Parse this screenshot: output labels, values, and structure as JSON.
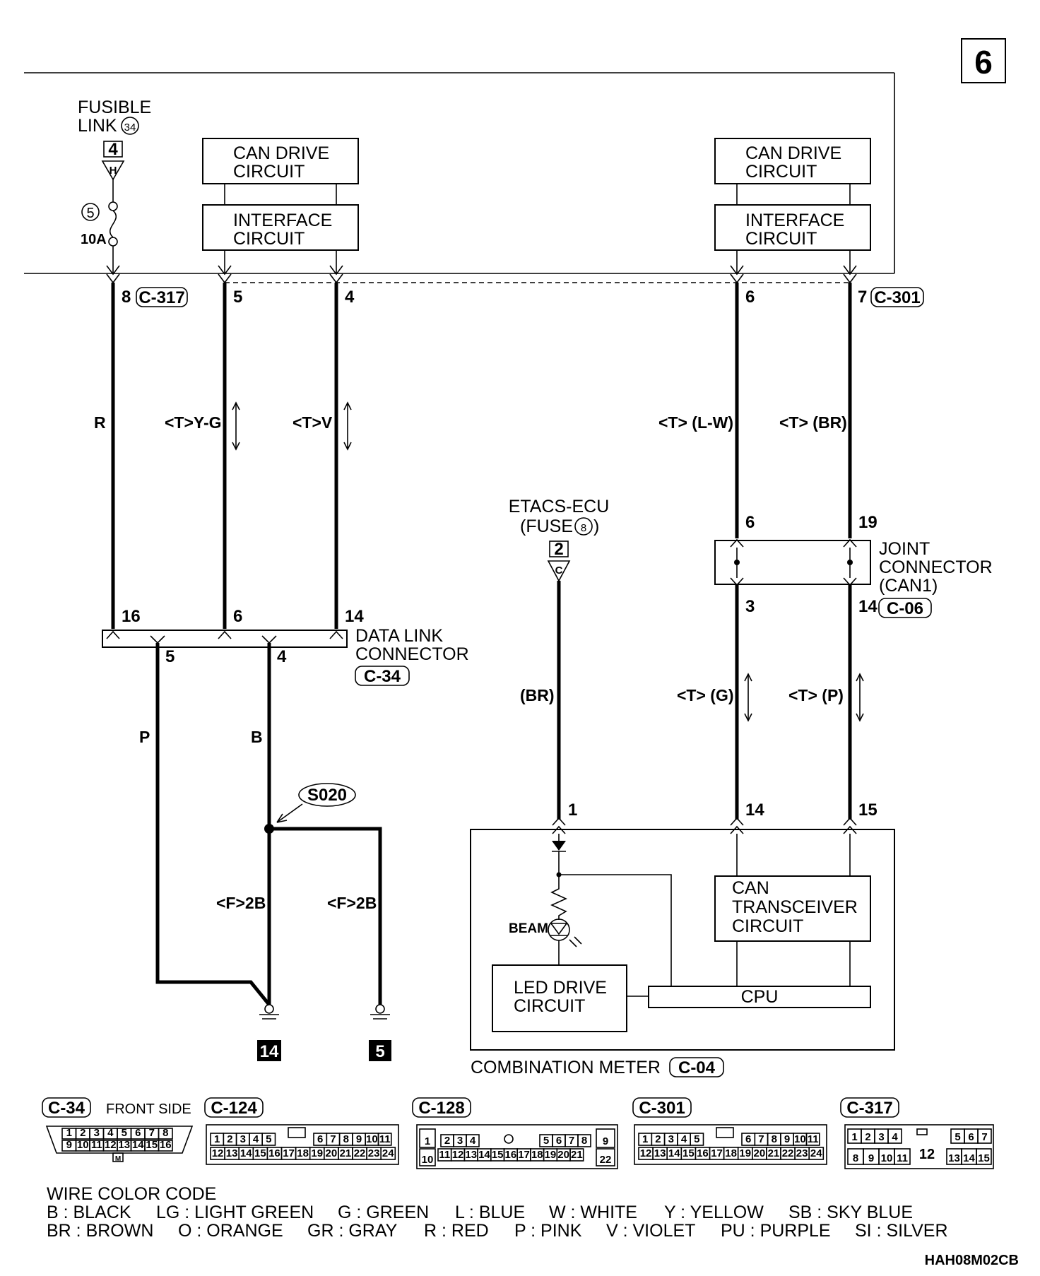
{
  "page_number": "6",
  "fusible_link": {
    "title_line1": "FUSIBLE",
    "title_line2": "LINK",
    "link_no": "34",
    "connector_pin": "4",
    "connector_letter": "H",
    "fuse_no": "5",
    "fuse_rating": "10A"
  },
  "module_blocks": [
    {
      "can_drive_line1": "CAN DRIVE",
      "can_drive_line2": "CIRCUIT",
      "interface_line1": "INTERFACE",
      "interface_line2": "CIRCUIT"
    },
    {
      "can_drive_line1": "CAN DRIVE",
      "can_drive_line2": "CIRCUIT",
      "interface_line1": "INTERFACE",
      "interface_line2": "CIRCUIT"
    }
  ],
  "upper_pins": {
    "p8": "8",
    "p5": "5",
    "p4": "4",
    "p6": "6",
    "p7": "7",
    "conn_left": "C-317",
    "conn_right": "C-301"
  },
  "wire_colors": {
    "r": "R",
    "yg": "<T>Y-G",
    "v": "<T>V",
    "lw": "<T> (L-W)",
    "br_top": "<T> (BR)",
    "p": "P",
    "b": "B",
    "br": "(BR)",
    "g": "<T> (G)",
    "pk": "<T> (P)",
    "f2b_left": "<F>2B",
    "f2b_right": "<F>2B"
  },
  "etacs": {
    "line1": "ETACS-ECU",
    "line2_prefix": "(FUSE",
    "fuse_no": "8",
    "line2_suffix": ")",
    "connector_pin": "2",
    "connector_letter": "C"
  },
  "joint_connector": {
    "line1": "JOINT",
    "line2": "CONNECTOR",
    "line3": "(CAN1)",
    "connector": "C-06",
    "pin_top_left": "6",
    "pin_top_right": "19",
    "pin_bottom_left": "3",
    "pin_bottom_right": "14"
  },
  "data_link": {
    "line1": "DATA LINK",
    "line2": "CONNECTOR",
    "connector": "C-34",
    "pin16": "16",
    "pin6": "6",
    "pin14": "14",
    "pin5": "5",
    "pin4": "4"
  },
  "splice": {
    "label": "S020"
  },
  "grounds": {
    "g14": "14",
    "g5": "5"
  },
  "meter": {
    "pin1": "1",
    "pin14": "14",
    "pin15": "15",
    "beam": "BEAM",
    "led_line1": "LED DRIVE",
    "led_line2": "CIRCUIT",
    "cpu": "CPU",
    "can_line1": "CAN",
    "can_line2": "TRANSCEIVER",
    "can_line3": "CIRCUIT",
    "title": "COMBINATION METER",
    "connector": "C-04"
  },
  "connector_faces": {
    "c34": {
      "label": "C-34",
      "note": "FRONT SIDE",
      "row1": [
        "1",
        "2",
        "3",
        "4",
        "5",
        "6",
        "7",
        "8"
      ],
      "row2": [
        "9",
        "10",
        "11",
        "12",
        "13",
        "14",
        "15",
        "16"
      ],
      "key": "M"
    },
    "c124": {
      "label": "C-124",
      "row1": [
        "1",
        "2",
        "3",
        "4",
        "5",
        "",
        "6",
        "7",
        "8",
        "9",
        "10",
        "11"
      ],
      "row2": [
        "12",
        "13",
        "14",
        "15",
        "16",
        "17",
        "18",
        "19",
        "20",
        "21",
        "22",
        "23",
        "24"
      ]
    },
    "c128": {
      "label": "C-128",
      "row1": [
        "1",
        "2",
        "3",
        "4",
        "",
        "5",
        "6",
        "7",
        "8",
        "9"
      ],
      "row2": [
        "10",
        "11",
        "12",
        "13",
        "14",
        "15",
        "16",
        "17",
        "18",
        "19",
        "20",
        "21",
        "22"
      ]
    },
    "c301": {
      "label": "C-301",
      "row1": [
        "1",
        "2",
        "3",
        "4",
        "5",
        "",
        "6",
        "7",
        "8",
        "9",
        "10",
        "11"
      ],
      "row2": [
        "12",
        "13",
        "14",
        "15",
        "16",
        "17",
        "18",
        "19",
        "20",
        "21",
        "22",
        "23",
        "24"
      ]
    },
    "c317": {
      "label": "C-317",
      "row1": [
        "1",
        "2",
        "3",
        "4",
        "",
        "5",
        "6",
        "7"
      ],
      "row2": [
        "8",
        "9",
        "10",
        "11",
        "12",
        "13",
        "14",
        "15"
      ]
    }
  },
  "legend": {
    "title": "WIRE COLOR CODE",
    "row1": [
      "B : BLACK",
      "LG : LIGHT GREEN",
      "G : GREEN",
      "L : BLUE",
      "W : WHITE",
      "Y : YELLOW",
      "SB : SKY BLUE"
    ],
    "row2": [
      "BR : BROWN",
      "O : ORANGE",
      "GR : GRAY",
      "R : RED",
      "P : PINK",
      "V : VIOLET",
      "PU : PURPLE",
      "SI : SILVER"
    ]
  },
  "diagram_code": "HAH08M02CB"
}
